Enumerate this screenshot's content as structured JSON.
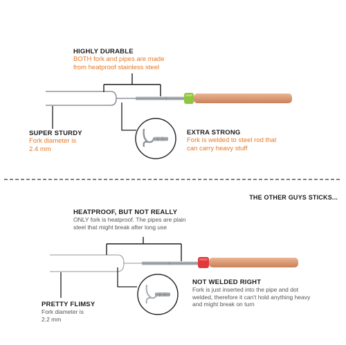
{
  "colors": {
    "accent_orange": "#e87722",
    "handle_wood": "#d99a74",
    "green_ferrule": "#8dc63f",
    "red_ferrule": "#e2383a",
    "steel": "#9ea3a8",
    "divider": "#333333"
  },
  "top": {
    "highly_durable": {
      "title": "HIGHLY DURABLE",
      "body": "BOTH fork and pipes are made\nfrom heatproof stainless steel"
    },
    "super_sturdy": {
      "title": "SUPER STURDY",
      "body": "Fork diameter is\n2.4 mm"
    },
    "extra_strong": {
      "title": "EXTRA STRONG",
      "body": "Fork is welded to steel rod that\ncan carry heavy stuff"
    }
  },
  "section_label": "THE OTHER GUYS STICKS...",
  "bottom": {
    "heatproof": {
      "title": "HEATPROOF, BUT NOT REALLY",
      "body": "ONLY fork is heatproof. The pipes are plain\nsteel that might break after long use"
    },
    "not_welded": {
      "title": "NOT WELDED RIGHT",
      "body": "Fork is just inserted into the pipe and dot\nwelded, therefore it can't hold anything heavy\nand might break on turn"
    },
    "pretty_flimsy": {
      "title": "PRETTY FLIMSY",
      "body": "Fork diameter is\n2.2 mm"
    }
  }
}
